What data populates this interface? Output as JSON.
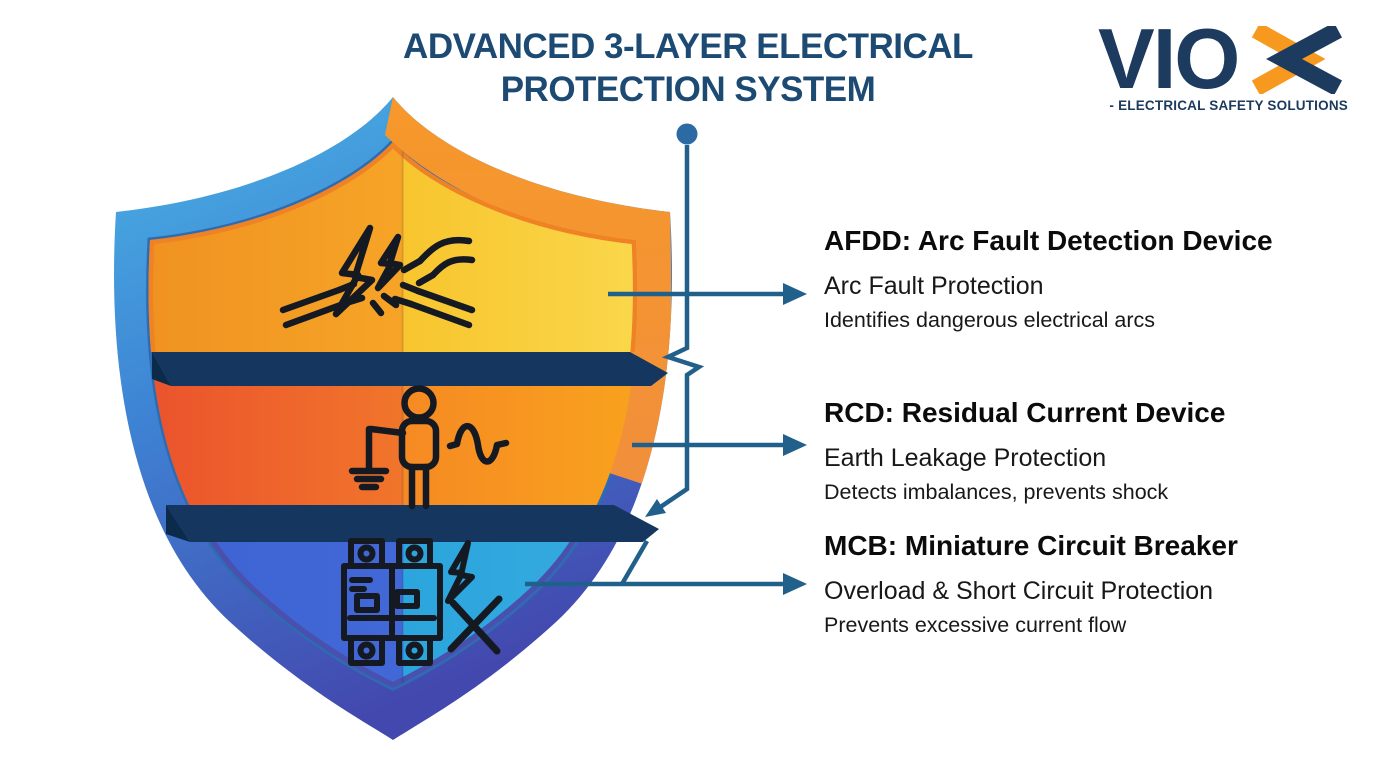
{
  "title": {
    "line1": "ADVANCED 3-LAYER ELECTRICAL",
    "line2": "PROTECTION SYSTEM"
  },
  "logo": {
    "wordmark": "VIOX",
    "wordmark_prefix": "VIO",
    "tagline": "- ELECTRICAL SAFETY SOLUTIONS"
  },
  "layers": [
    {
      "abbr": "AFDD",
      "heading": "AFDD: Arc Fault Detection Device",
      "subtitle": "Arc Fault Protection",
      "description": "Identifies dangerous electrical arcs",
      "icon": "arc-fault-spark-icon",
      "layer_colors": [
        "#ef9020",
        "#f8d84a"
      ]
    },
    {
      "abbr": "RCD",
      "heading": "RCD: Residual Current Device",
      "subtitle": "Earth Leakage Protection",
      "description": "Detects imbalances, prevents shock",
      "icon": "earth-leakage-person-icon",
      "layer_colors": [
        "#ea4f2d",
        "#f9a51d"
      ]
    },
    {
      "abbr": "MCB",
      "heading": "MCB: Miniature Circuit Breaker",
      "subtitle": "Overload & Short Circuit Protection",
      "description": "Prevents excessive current flow",
      "icon": "circuit-breaker-icon",
      "layer_colors": [
        "#3d63d3",
        "#38abe0"
      ]
    }
  ],
  "colors": {
    "title_navy": "#1d4a73",
    "logo_navy": "#1d3a5f",
    "logo_orange": "#f6991e",
    "connector": "#20608a",
    "shield_blue_top": "#4ab3e4",
    "shield_blue_bottom": "#4348ae",
    "separator_navy": "#14365f",
    "icon_ink": "#151a22"
  }
}
